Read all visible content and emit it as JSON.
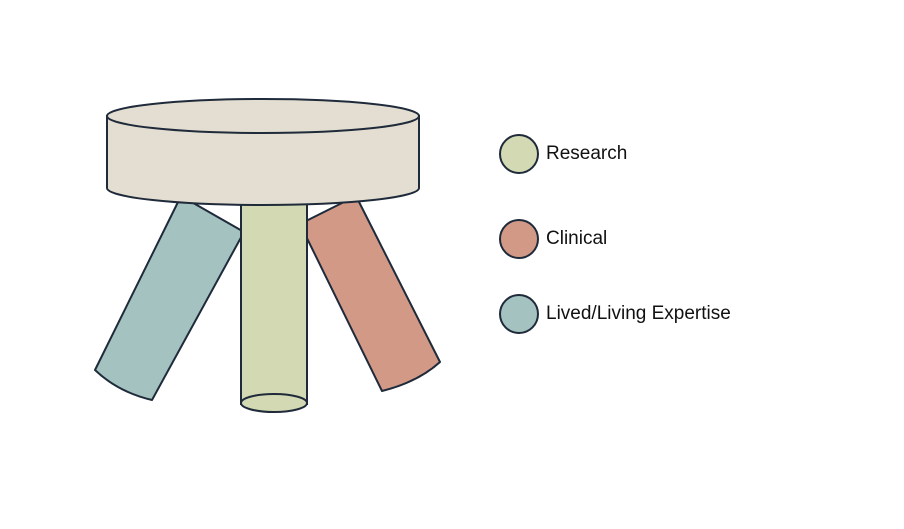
{
  "colors": {
    "seat": "#e3ded1",
    "outline": "#1f2a3a",
    "research": "#d3d9b3",
    "clinical": "#d29a86",
    "lived": "#a3c2c0"
  },
  "legend": [
    {
      "label": "Research",
      "color": "#d3d9b3"
    },
    {
      "label": "Clinical",
      "color": "#d29a86"
    },
    {
      "label": "Lived/Living Expertise",
      "color": "#a3c2c0"
    }
  ]
}
